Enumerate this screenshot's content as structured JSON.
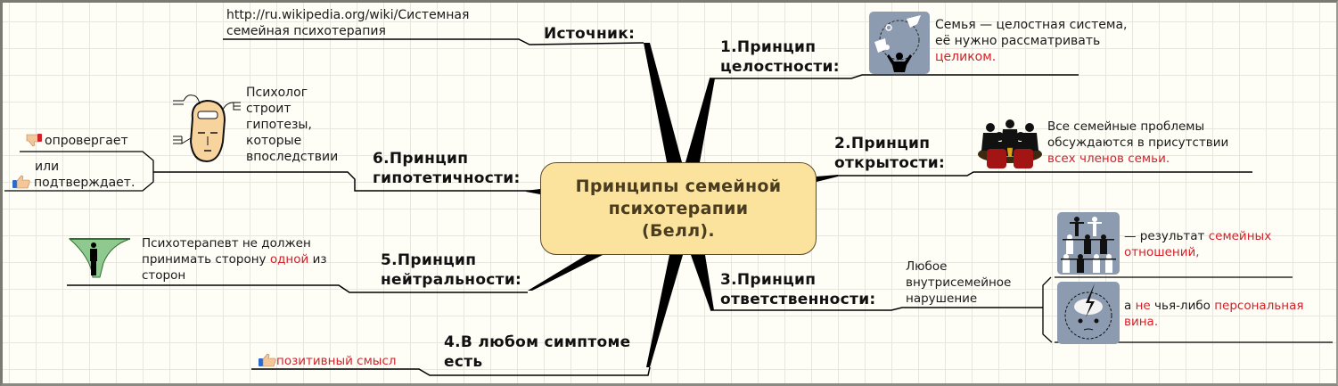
{
  "central_topic": {
    "lines": [
      "Принципы семейной",
      "психотерапии",
      "(Белл)."
    ],
    "fill_color": "#fbe29d",
    "border_color": "#5b4b2b"
  },
  "source": {
    "label": "Источник:",
    "link_lines": [
      "http://ru.wikipedia.org/wiki/Системная",
      "семейная психотерапия"
    ]
  },
  "principles": [
    {
      "id": 1,
      "title_lines": [
        "1.Принцип",
        "целостности:"
      ],
      "icon": "family-circle-icon",
      "note": {
        "line1": "Семья — целостная система,",
        "line2": "её нужно рассматривать",
        "line3_red": "целиком."
      }
    },
    {
      "id": 2,
      "title_lines": [
        "2.Принцип",
        "открытости:"
      ],
      "icon": "meeting-group-icon",
      "note": {
        "line1": "Все семейные проблемы",
        "line2": "обсуждаются в присутствии",
        "line3_red": "всех членов семьи."
      }
    },
    {
      "id": 3,
      "title_lines": [
        "3.Принцип",
        "ответственности:"
      ],
      "subnote_lines": [
        "Любое",
        "внутрисемейное",
        "нарушение"
      ],
      "children": [
        {
          "icon": "human-pyramid-icon",
          "prefix": "— результат ",
          "red1": "семейных",
          "red2": "отношений,"
        },
        {
          "icon": "angry-face-lightning-icon",
          "prefix": "а ",
          "red_not": "не",
          "middle": " чья-либо ",
          "red1": "персональная",
          "red2": "вина."
        }
      ]
    },
    {
      "id": 4,
      "title_lines": [
        "4.В любом симптоме",
        "есть"
      ],
      "child": {
        "icon": "thumbs-up-icon",
        "text": "позитивный смысл"
      }
    },
    {
      "id": 5,
      "title_lines": [
        "5.Принцип",
        "нейтральности:"
      ],
      "icon": "crossroads-person-icon",
      "note": {
        "line1": "Психотерапевт не должен",
        "line2_prefix": "принимать сторону ",
        "line2_red": "одной",
        "line2_suffix": " из",
        "line3": "сторон"
      }
    },
    {
      "id": 6,
      "title_lines": [
        "6.Принцип",
        "гипотетичности:"
      ],
      "icon": "thinking-head-icon",
      "note_lines": [
        "Психолог",
        "строит",
        "гипотезы,",
        "которые",
        "впоследствии"
      ],
      "children": [
        {
          "icon": "thumbs-down-icon",
          "text": "опровергает"
        },
        {
          "icon": "thumbs-up-icon",
          "text_lines": [
            "или",
            "подтверждает."
          ]
        }
      ]
    }
  ],
  "colors": {
    "highlight_red": "#d0222a",
    "background": "#fefef7",
    "grid": "#e7e7e0"
  }
}
